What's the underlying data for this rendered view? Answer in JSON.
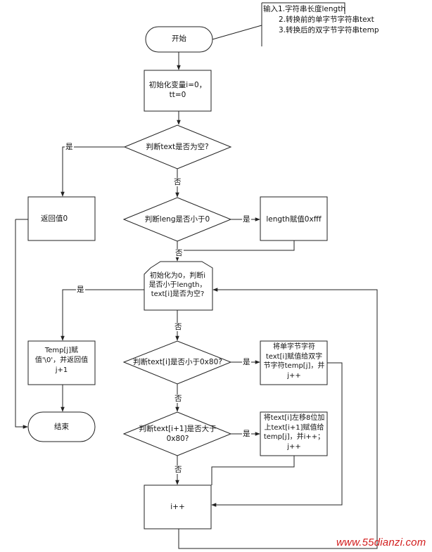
{
  "input_note": {
    "line1": "输入1.字符串长度length",
    "line2": "2.转换前的单字节字符串text",
    "line3": "3.转换后的双字节字符串temp"
  },
  "nodes": {
    "start": "开始",
    "init_vars": "初始化变量i=0，\ntt=0",
    "check_text_empty": "判断text是否为空?",
    "return_zero": "返回值0",
    "check_leng_lt_zero": "判断leng是否小于0",
    "length_assign": "length赋值0xfff",
    "loop_check": "初始化为0，判断i\n是否小于length，\ntext[i]是否为空?",
    "temp_assign_return": "Temp[j]赋\n值'\\0'，并返回值\nj+1",
    "check_lt_0x80": "判断text[i]是否小于0x80?",
    "single_to_double": "将单字节字符\ntext[i]赋值给双字\n节字符temp[j]，并\nj++",
    "end": "结束",
    "check_next_gt_0x80": "判断text[i+1]是否大于\n0x80?",
    "shift_combine": "将text[i]左移8位加\n上text[i+1]赋值给\ntemp[j]，并i++；\nj++",
    "i_increment": "i++"
  },
  "edge_labels": {
    "yes": "是",
    "no": "否"
  },
  "watermark": "www.55dianzi.com"
}
